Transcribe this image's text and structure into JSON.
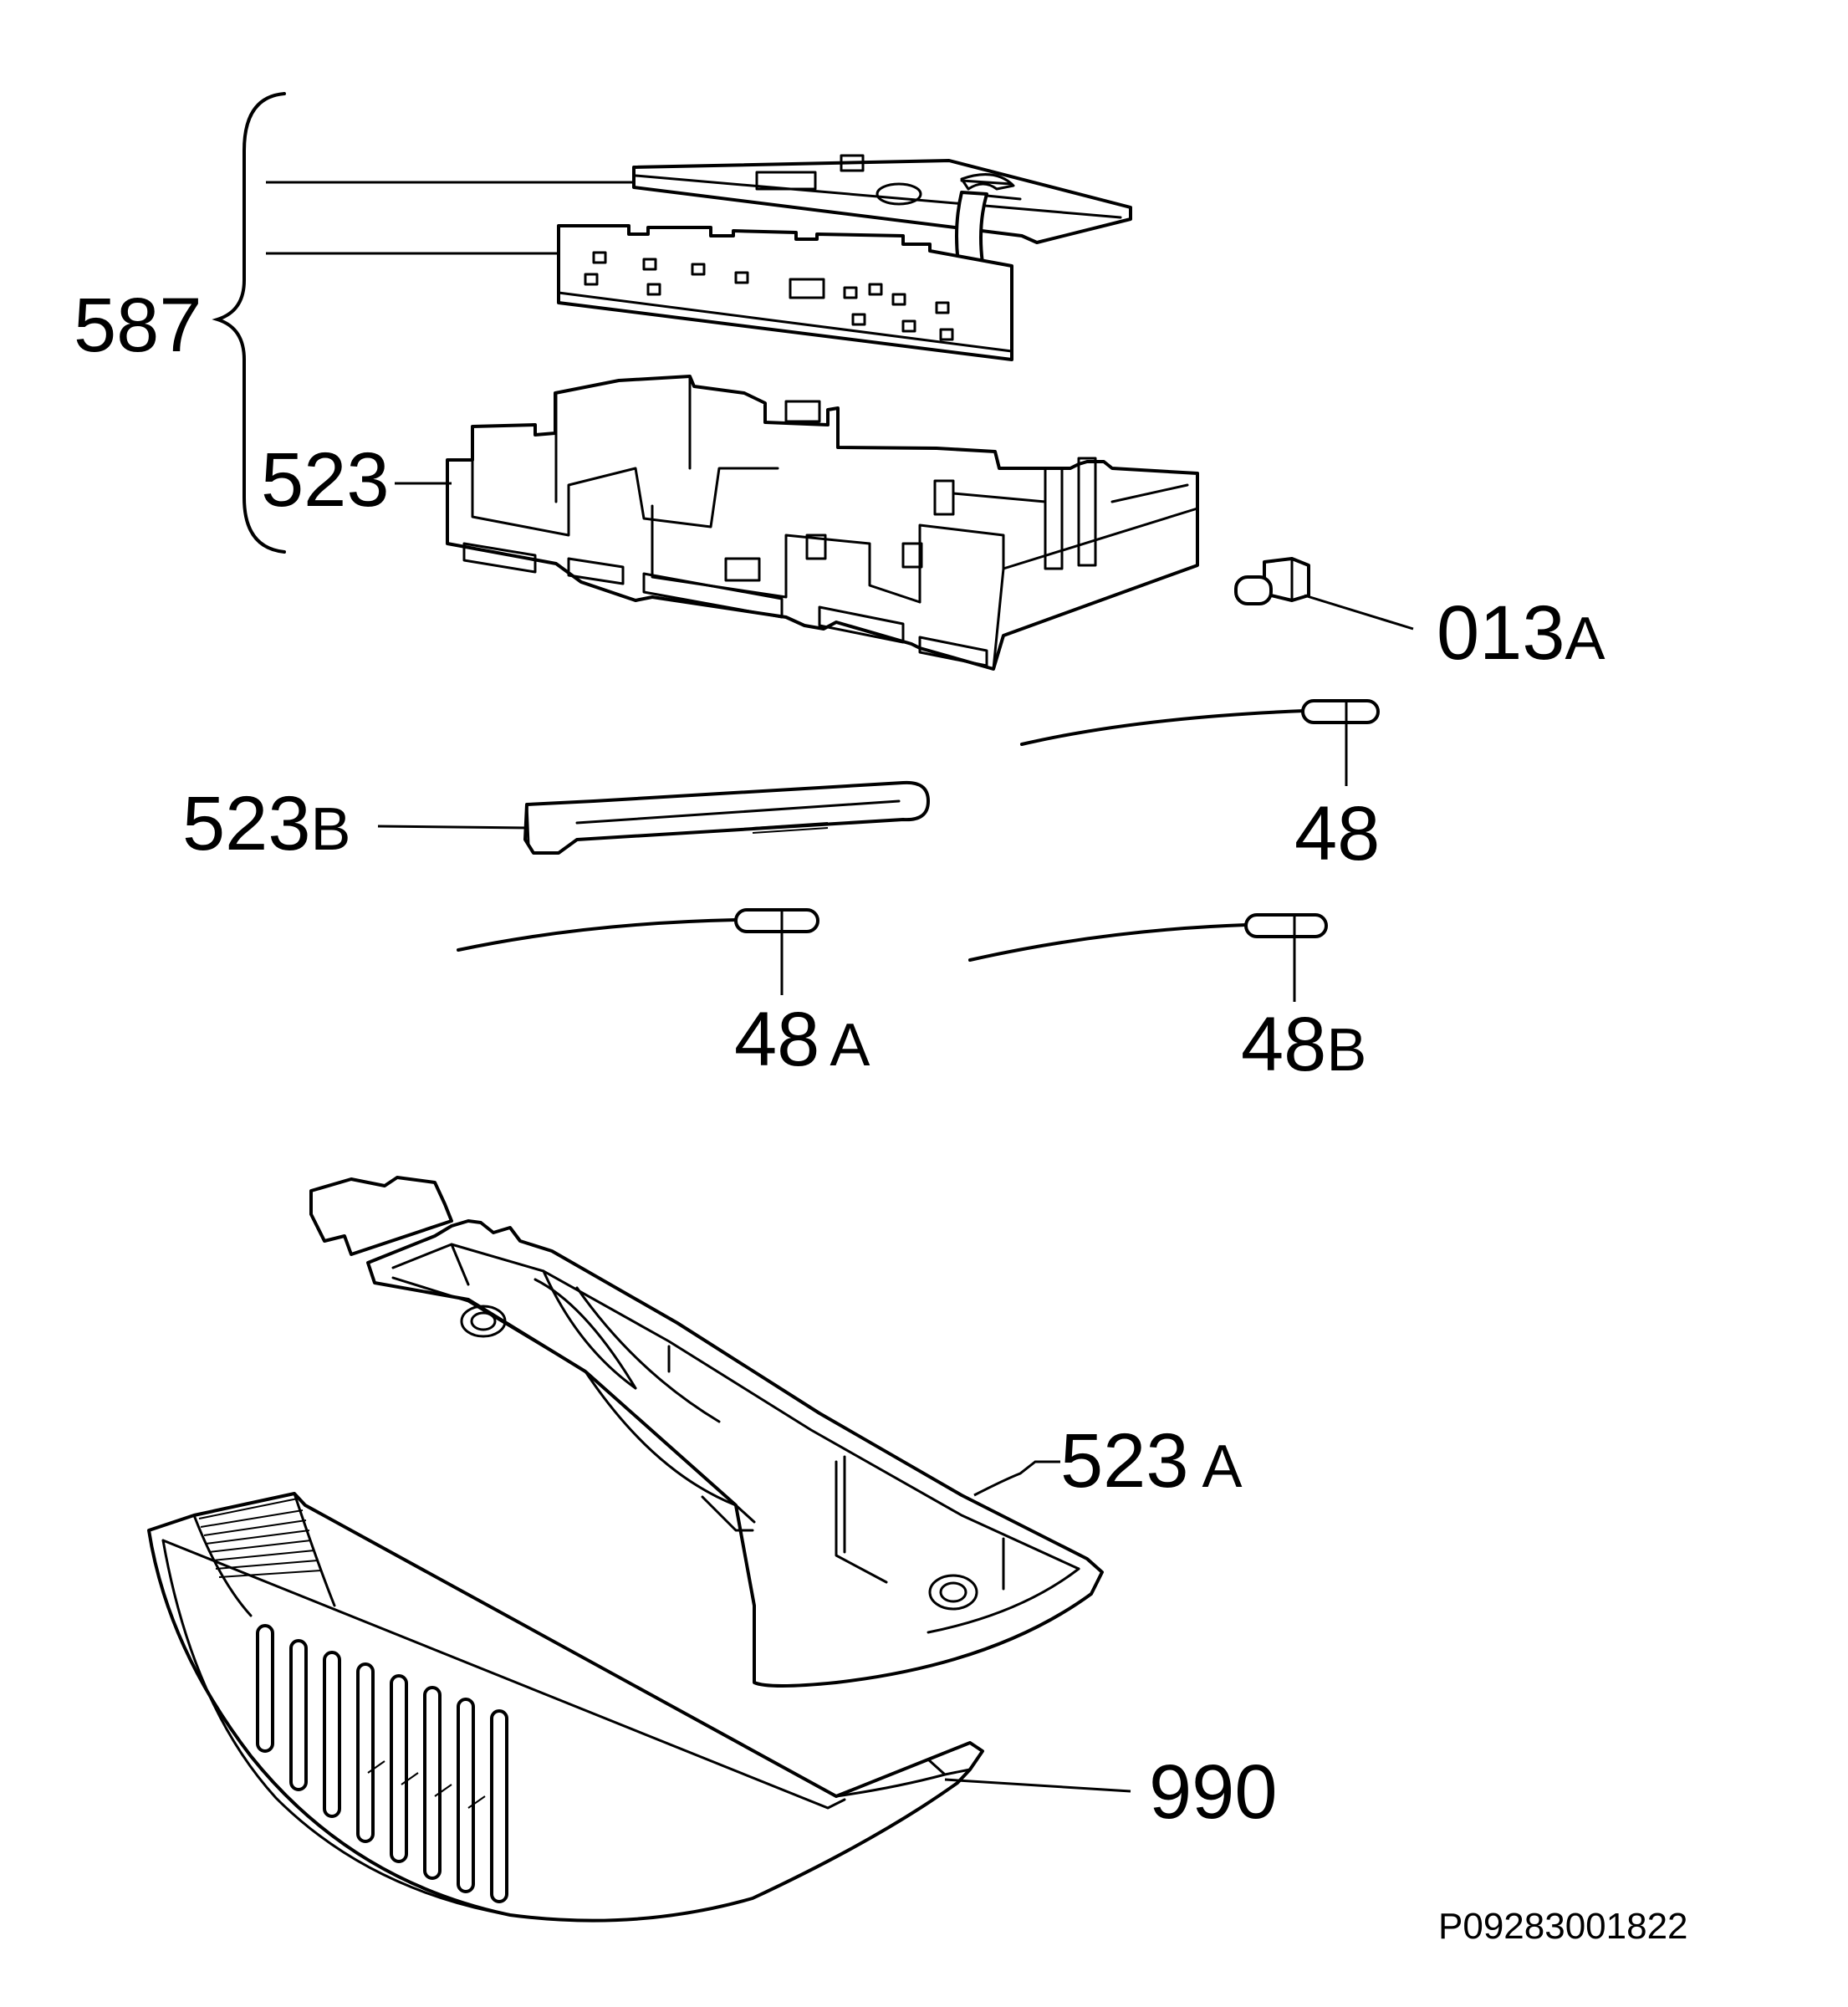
{
  "labels": {
    "assembly": "587",
    "housing": "523",
    "button": {
      "main": "013",
      "suffix": "A"
    },
    "sensor_main": "48",
    "light_cover": {
      "main": "523",
      "suffix": "B"
    },
    "sensor_a": {
      "main": "48",
      "suffix": "A"
    },
    "sensor_b": {
      "main": "48",
      "suffix": "B"
    },
    "lamp_housing": {
      "main": "523",
      "suffix": "A"
    },
    "grille_cover": "990"
  },
  "drawing_code": "P09283001822"
}
